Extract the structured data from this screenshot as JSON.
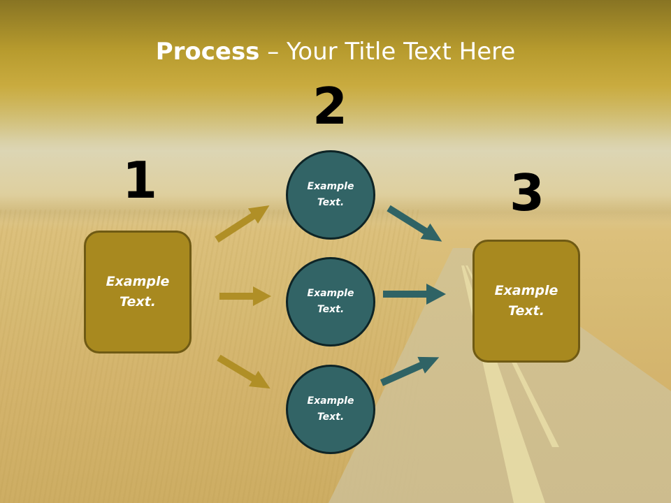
{
  "title": {
    "bold": "Process",
    "rest": " – Your Title Text Here"
  },
  "steps": {
    "one": "1",
    "two": "2",
    "three": "3"
  },
  "nodes": {
    "box_left": "Example Text.",
    "circle_top": "Example Text.",
    "circle_middle": "Example Text.",
    "circle_bottom": "Example Text.",
    "box_right": "Example Text."
  },
  "colors": {
    "gold": "#a8891f",
    "teal": "#326466",
    "gold_arrow": "#b08f26",
    "teal_arrow": "#2f6365"
  }
}
